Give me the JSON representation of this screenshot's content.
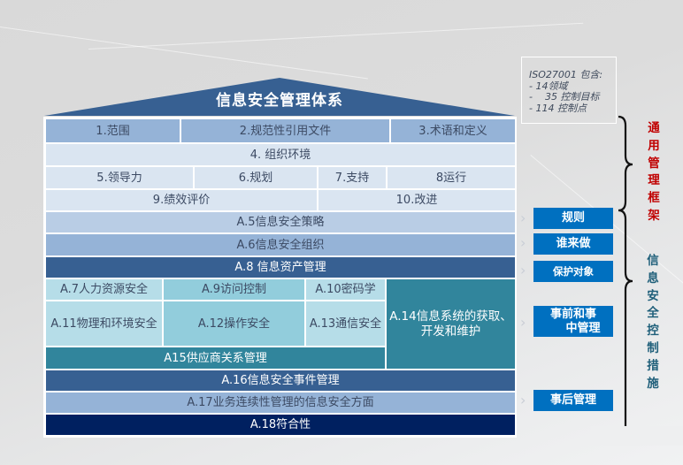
{
  "diagram": {
    "title": "信息安全管理体系",
    "colors": {
      "roof": "#376092",
      "row_header": "#95b3d7",
      "row_light": "#dae5f1",
      "a5": "#b9cde5",
      "a6": "#95b3d7",
      "a8": "#376092",
      "teal_light": "#b6dde8",
      "teal_mid": "#92cddc",
      "teal_dark": "#31859c",
      "a16": "#376092",
      "a17": "#95b3d7",
      "a18": "#002060",
      "side_box": "#0070c0",
      "label_red": "#c00000",
      "label_blue": "#1f5f7a"
    },
    "clauses": {
      "row1": [
        "1.范围",
        "2.规范性引用文件",
        "3.术语和定义"
      ],
      "row2": [
        "4. 组织环境"
      ],
      "row3": [
        "5.领导力",
        "6.规划",
        "7.支持",
        "8运行"
      ],
      "row4": [
        "9.绩效评价",
        "10.改进"
      ]
    },
    "controls": {
      "a5": "A.5信息安全策略",
      "a6": "A.6信息安全组织",
      "a8": "A.8 信息资产管理",
      "a7": "A.7人力资源安全",
      "a9": "A.9访问控制",
      "a10": "A.10密码学",
      "a11": "A.11物理和环境安全",
      "a12": "A.12操作安全",
      "a13": "A.13通信安全",
      "a14_line1": "A.14信息系统的获取、",
      "a14_line2": "开发和维护",
      "a15": "A15供应商关系管理",
      "a16": "A.16信息安全事件管理",
      "a17": "A.17业务连续性管理的信息安全方面",
      "a18": "A.18符合性"
    }
  },
  "iso_note": {
    "lines": [
      "ISO27001 包含:",
      "- 14领域",
      "-    35 控制目标",
      "- 114 控制点"
    ]
  },
  "side_labels": {
    "rules": "规则",
    "who": "谁来做",
    "protect": "保护对象",
    "before_during_line1": "事前和事",
    "before_during_line2": "中管理",
    "after": "事后管理"
  },
  "brackets": {
    "general_framework": [
      "通",
      "用",
      "管",
      "理",
      "框",
      "架"
    ],
    "security_controls": [
      "信",
      "息",
      "安",
      "全",
      "控",
      "制",
      "措",
      "施"
    ]
  }
}
